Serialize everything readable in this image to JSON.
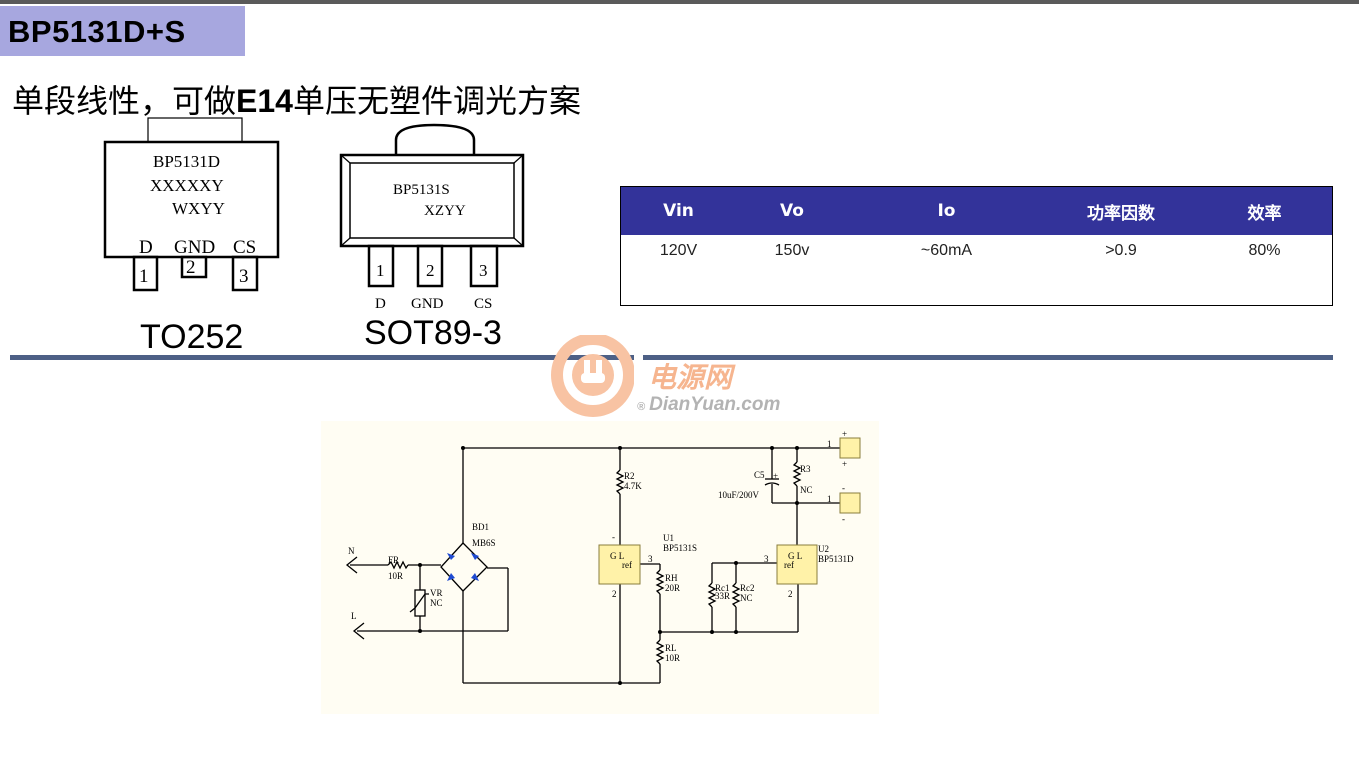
{
  "title": "BP5131D+S",
  "subtitle": {
    "pre": "单段线性，可做",
    "bold": "E14",
    "post": "单压无塑件调光方案"
  },
  "packages": {
    "to252": {
      "name": "TO252",
      "marking": [
        "BP5131D",
        "XXXXXY",
        "WXYY"
      ],
      "pin_labels": [
        "D",
        "GND",
        "CS"
      ],
      "pin_numbers": [
        "1",
        "2",
        "3"
      ]
    },
    "sot89": {
      "name": "SOT89-3",
      "marking": [
        "BP5131S",
        "XZYY"
      ],
      "pin_labels": [
        "D",
        "GND",
        "CS"
      ],
      "pin_numbers": [
        "1",
        "2",
        "3"
      ]
    }
  },
  "spec_table": {
    "headers": [
      "Vin",
      "Vo",
      "Io",
      "功率因数",
      "效率"
    ],
    "row": [
      "120V",
      "150v",
      "~60mA",
      ">0.9",
      "80%"
    ]
  },
  "watermark": {
    "cn": "电源网",
    "en": "DianYuan.com",
    "reg": "®"
  },
  "schematic": {
    "N": "N",
    "L": "L",
    "FR": "FR",
    "FR_val": "10R",
    "VR": "VR",
    "VR_val": "NC",
    "BD1": "BD1",
    "BD1_val": "MB6S",
    "R2": "R2",
    "R2_val": "4.7K",
    "U1": "U1",
    "U1_val": "BP5131S",
    "RH": "RH",
    "RH_val": "20R",
    "RL": "RL",
    "RL_val": "10R",
    "Rc1": "Rc1",
    "Rc1_val": "33R",
    "Rc2": "Rc2",
    "Rc2_val": "NC",
    "U2": "U2",
    "U2_val": "BP5131D",
    "C5": "C5",
    "C5_val": "10uF/200V",
    "R3": "R3",
    "R3_val": "NC",
    "ref": "ref",
    "GL": "G L",
    "pin1": "1",
    "pin2": "2",
    "pin3": "3",
    "plus": "+",
    "minus": "-"
  }
}
